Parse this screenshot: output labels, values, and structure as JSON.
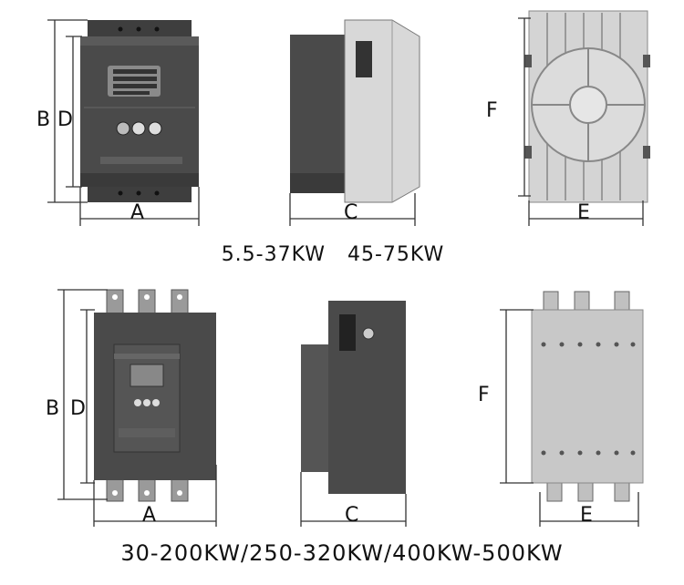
{
  "top_row": {
    "front_view": {
      "label_height_total": "B",
      "label_height_body": "D",
      "label_width": "A"
    },
    "side_view": {
      "label_depth": "C"
    },
    "back_view": {
      "label_mount_height": "F",
      "label_mount_width": "E"
    },
    "caption": "5.5-37KW   45-75KW"
  },
  "bottom_row": {
    "front_view": {
      "label_height_total": "B",
      "label_height_body": "D",
      "label_width": "A"
    },
    "side_view": {
      "label_depth": "C"
    },
    "back_view": {
      "label_mount_height": "F",
      "label_mount_width": "E"
    },
    "caption": "30-200KW/250-320KW/400KW-500KW"
  },
  "colors": {
    "body_dark": "#4a4a4a",
    "panel_light": "#d8d8d8",
    "plate": "#c8c8c8"
  }
}
